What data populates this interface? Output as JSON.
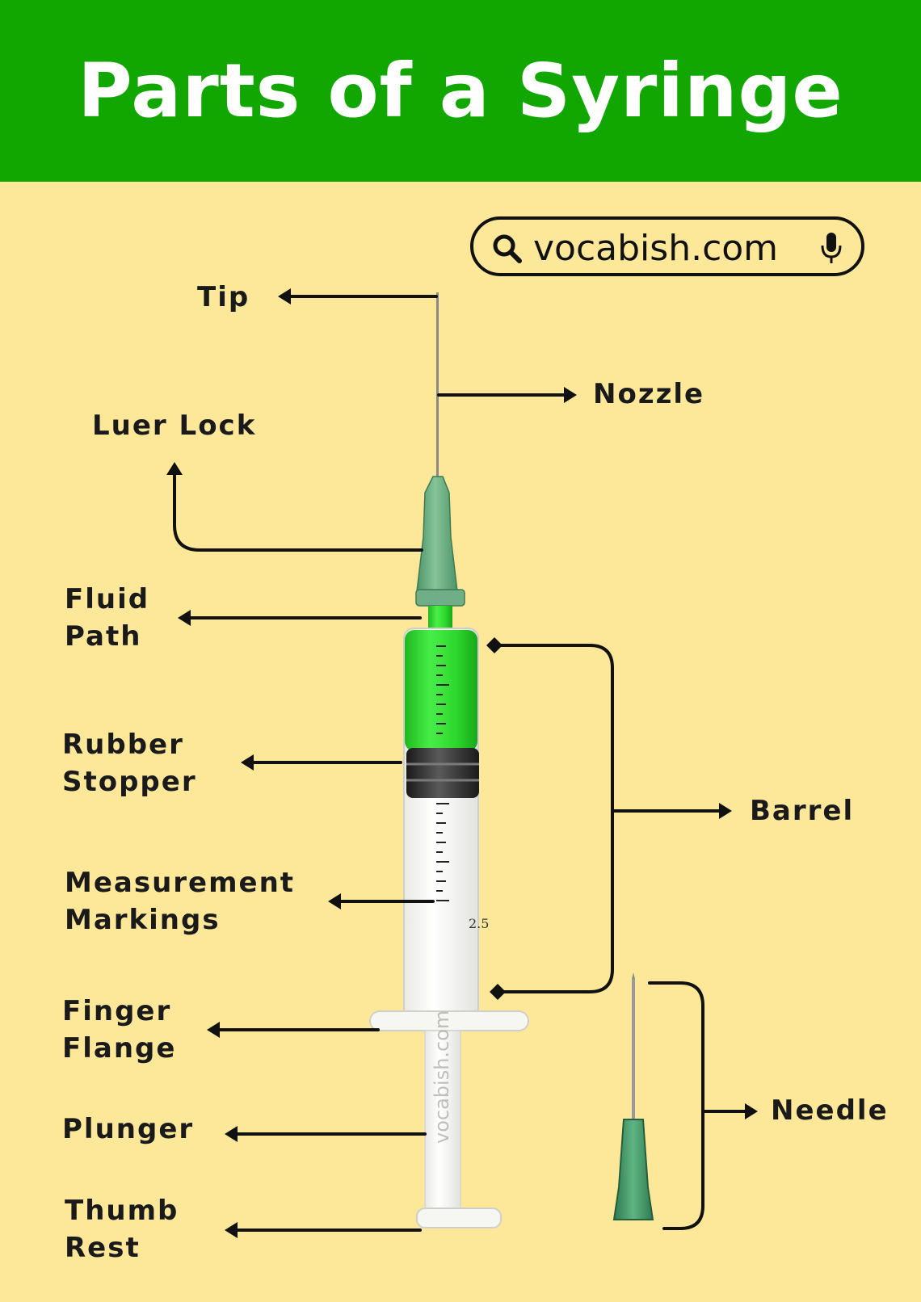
{
  "title": "Parts of a Syringe",
  "search": {
    "text": "vocabish.com"
  },
  "labels": {
    "tip": "Tip",
    "nozzle": "Nozzle",
    "luer_lock": "Luer Lock",
    "fluid_path": "Fluid\nPath",
    "rubber_stopper": "Rubber\nStopper",
    "barrel": "Barrel",
    "measurement_markings": "Measurement\nMarkings",
    "finger_flange": "Finger\nFlange",
    "needle": "Needle",
    "plunger": "Plunger",
    "thumb_rest": "Thumb\nRest"
  },
  "syringe": {
    "scale_number": "2.5",
    "watermark": "vocabish.com"
  },
  "colors": {
    "header": "#12A600",
    "background": "#FDE89A",
    "fluid": "#2ED82E",
    "hub": "#5FA77A",
    "needle_hub": "#3F9A66",
    "line": "#111111"
  }
}
